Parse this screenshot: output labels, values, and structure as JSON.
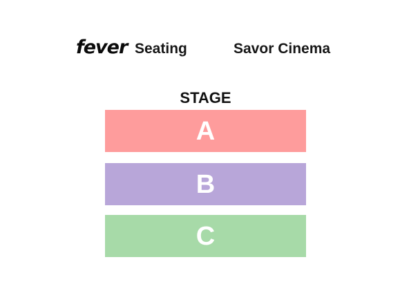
{
  "header": {
    "logo_text": "fever",
    "app_title": "Seating",
    "venue_name": "Savor Cinema"
  },
  "seating_map": {
    "stage_label": "STAGE",
    "sections": [
      {
        "label": "A",
        "color": "#fe9c9c"
      },
      {
        "label": "B",
        "color": "#b8a6d9"
      },
      {
        "label": "C",
        "color": "#a7daa8"
      }
    ]
  }
}
